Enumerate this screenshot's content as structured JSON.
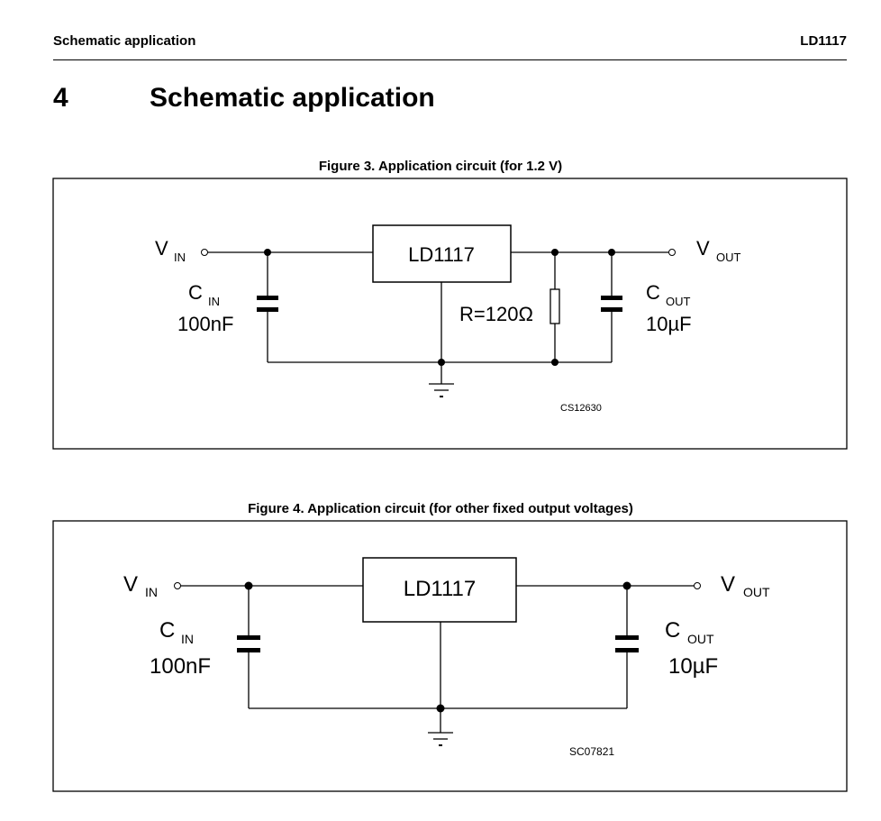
{
  "header": {
    "left": "Schematic application",
    "right": "LD1117"
  },
  "section": {
    "number": "4",
    "title": "Schematic application"
  },
  "figure3": {
    "caption": "Figure 3. Application circuit (for 1.2 V)",
    "regulator": "LD1117",
    "vin": {
      "main": "V",
      "sub": "IN"
    },
    "vout": {
      "main": "V",
      "sub": "OUT"
    },
    "cin": {
      "main": "C",
      "sub": "IN",
      "value": "100nF"
    },
    "cout": {
      "main": "C",
      "sub": "OUT",
      "value": "10µF"
    },
    "resistor": "R=120Ω",
    "code": "CS12630"
  },
  "figure4": {
    "caption": "Figure 4. Application circuit (for other fixed output voltages)",
    "regulator": "LD1117",
    "vin": {
      "main": "V",
      "sub": "IN"
    },
    "vout": {
      "main": "V",
      "sub": "OUT"
    },
    "cin": {
      "main": "C",
      "sub": "IN",
      "value": "100nF"
    },
    "cout": {
      "main": "C",
      "sub": "OUT",
      "value": "10µF"
    },
    "code": "SC07821"
  }
}
